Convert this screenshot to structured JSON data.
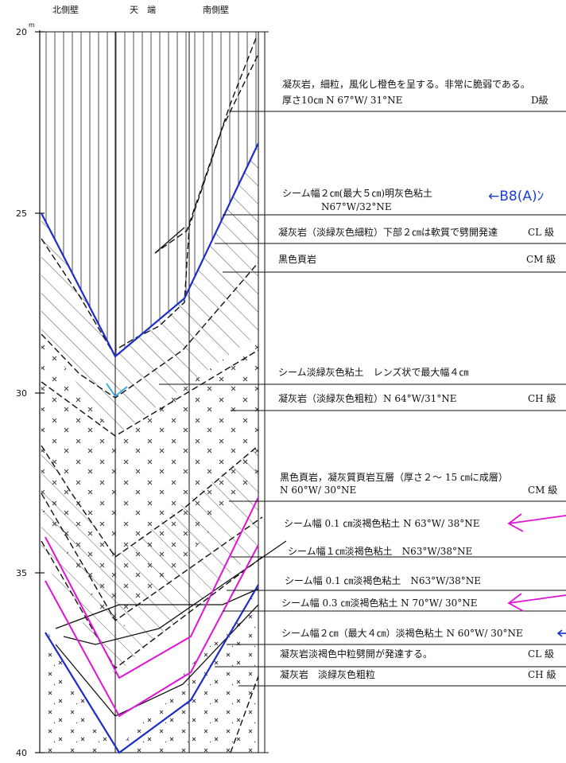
{
  "headers": {
    "north_wall": "北側壁",
    "crown": "天　端",
    "south_wall": "南側壁"
  },
  "depth_unit": "m",
  "depth_ticks": [
    "20",
    "25",
    "30",
    "35",
    "40"
  ],
  "annotations": [
    {
      "line1": "凝灰岩，細粒，風化し橙色を呈する。非常に脆弱である。",
      "line2": "厚さ10㎝ N 67°W/ 31°NE",
      "class": "D級"
    },
    {
      "line1": "シーム幅２㎝(最大５㎝)明灰色粘土",
      "line2": "N67°W/32°NE",
      "class": ""
    },
    {
      "line1": "凝灰岩（淡緑灰色細粒）下部２㎝は軟質で劈開発達",
      "line2": "",
      "class": "CL 級"
    },
    {
      "line1": "黒色頁岩",
      "line2": "",
      "class": "CM 級"
    },
    {
      "line1": "シーム淡緑灰色粘土　レンズ状で最大幅４㎝",
      "line2": "",
      "class": ""
    },
    {
      "line1": "凝灰岩（淡緑灰色粗粒）N 64°W/31°NE",
      "line2": "",
      "class": "CH 級"
    },
    {
      "line1": "黒色頁岩，凝灰質頁岩互層（厚さ２～ 15 ㎝に成層）",
      "line2": "N 60°W/ 30°NE",
      "class": "CM 級"
    },
    {
      "line1": "シーム幅 0.1 ㎝淡褐色粘土 N 63°W/ 38°NE",
      "line2": "",
      "class": ""
    },
    {
      "line1": "シーム幅１㎝淡褐色粘土　N63°W/38°NE",
      "line2": "",
      "class": ""
    },
    {
      "line1": "シーム幅 0.1 ㎝淡褐色粘土　N63°W/38°NE",
      "line2": "",
      "class": ""
    },
    {
      "line1": "シーム幅 0.3 ㎝淡褐色粘土 N 70°W/ 30°NE",
      "line2": "",
      "class": ""
    },
    {
      "line1": "シーム幅２㎝（最大４㎝）淡褐色粘土 N 60°W/ 30°NE",
      "line2": "",
      "class": ""
    },
    {
      "line1": "凝灰岩淡褐色中粒劈開が発達する。",
      "line2": "",
      "class": "CL 級"
    },
    {
      "line1": "凝灰岩　淡緑灰色粗粒",
      "line2": "",
      "class": "CH 級"
    }
  ],
  "blue_label": "←B8(A)ﾝ",
  "colors": {
    "blue_line": "#1a2fc9",
    "magenta_line": "#e014d6",
    "cyan_mark": "#2aa8e0",
    "ink": "#111111"
  }
}
